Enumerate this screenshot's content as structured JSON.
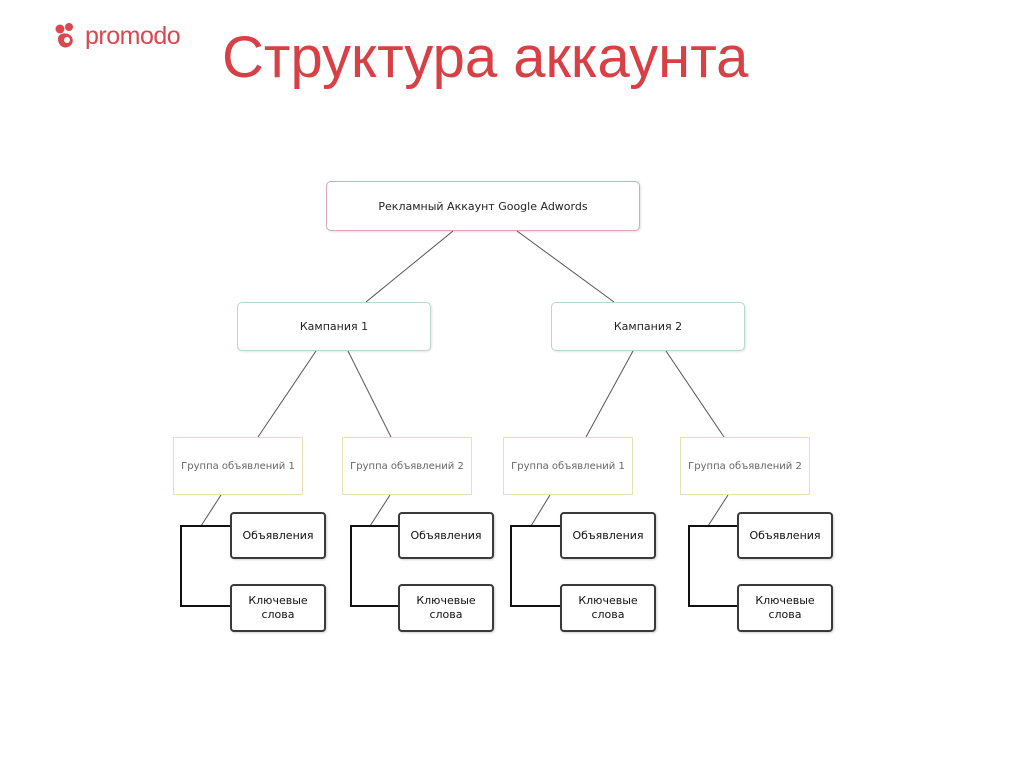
{
  "header": {
    "logo_text": "promodo",
    "title": "Структура аккаунта"
  },
  "colors": {
    "brand": "#d74045",
    "root_border": "#d8a6b8",
    "campaign_border": "#b8d8cc",
    "group_border": "#e8dfb4",
    "leaf_border": "#3a3a3a"
  },
  "diagram": {
    "root": "Рекламный Аккаунт Google Adwords",
    "campaigns": [
      {
        "label": "Кампания 1",
        "groups": [
          {
            "label": "Группа объявлений 1",
            "ads": "Объявления",
            "keywords": "Ключевые слова"
          },
          {
            "label": "Группа объявлений 2",
            "ads": "Объявления",
            "keywords": "Ключевые слова"
          }
        ]
      },
      {
        "label": "Кампания 2",
        "groups": [
          {
            "label": "Группа объявлений 1",
            "ads": "Объявления",
            "keywords": "Ключевые слова"
          },
          {
            "label": "Группа объявлений 2",
            "ads": "Объявления",
            "keywords": "Ключевые слова"
          }
        ]
      }
    ]
  }
}
